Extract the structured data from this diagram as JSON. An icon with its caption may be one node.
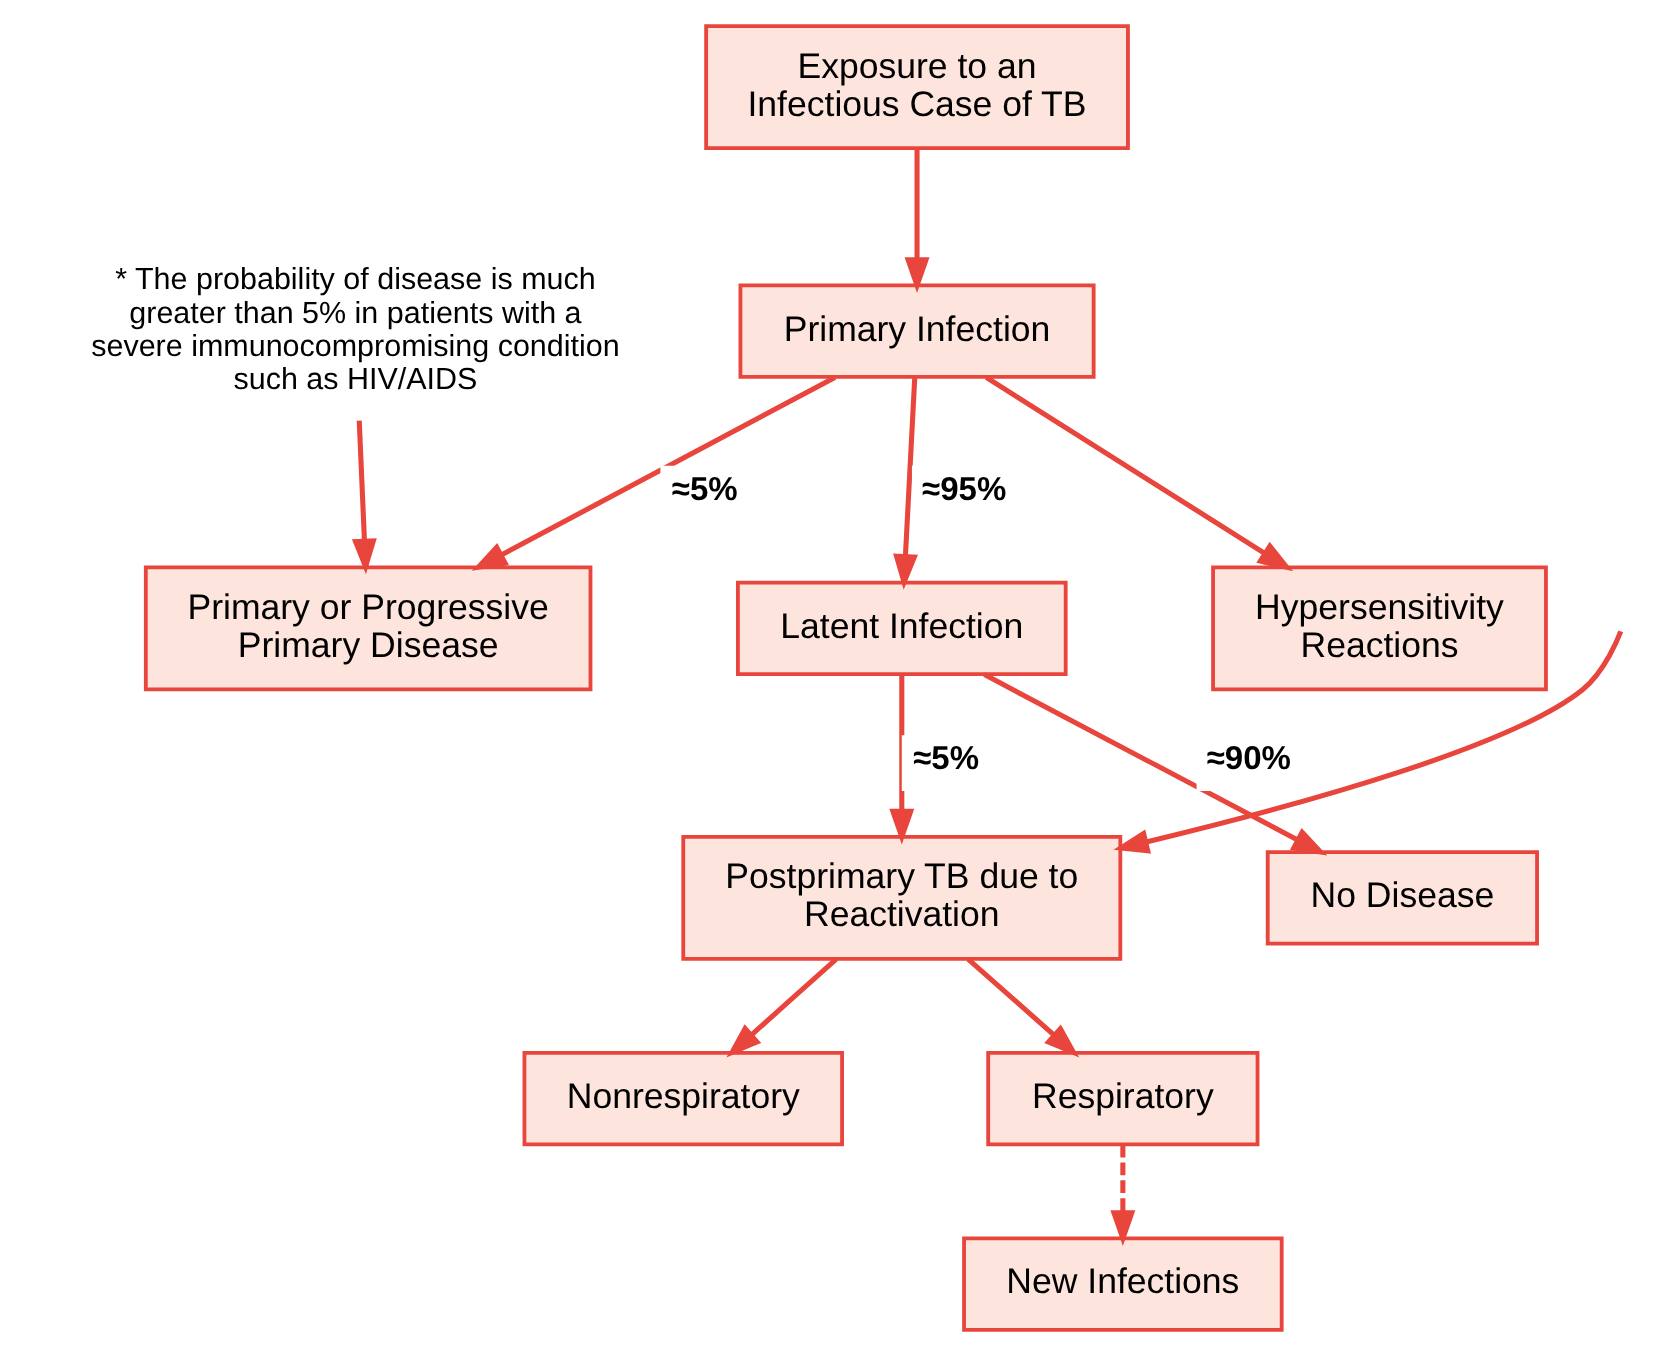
{
  "diagram": {
    "nodes": [
      {
        "text": [
          "Exposure to an Infectious Case of TB"
        ]
      },
      {
        "text": [
          "Primary Infection"
        ]
      },
      {
        "text": [
          "Primary or Progressive Primary Disease"
        ]
      },
      {
        "text": [
          "Latent Infection"
        ]
      },
      {
        "text": [
          "Hypersensitivity Reactions"
        ]
      },
      {
        "text": [
          "* The probability of disease is much greater than 5% in patients with a severe immunocompromising condition such as HIV/AIDS"
        ]
      },
      {
        "text": [
          "Postprimary TB due to Reactivation"
        ]
      },
      {
        "text": [
          "No Disease"
        ]
      },
      {
        "text": [
          "Nonrespiratory"
        ]
      },
      {
        "text": [
          "Respiratory"
        ]
      },
      {
        "text": [
          "New Infections"
        ]
      }
    ],
    "edges": [
      {
        "from": 0,
        "to": 1,
        "arrow": "to"
      },
      {
        "from": 1,
        "to": 2,
        "arrow": "to",
        "label": "≈5%"
      },
      {
        "from": 1,
        "to": 3,
        "arrow": "to",
        "label": "≈95%"
      },
      {
        "from": 1,
        "to": 4,
        "arrow": "to"
      },
      {
        "from": 5,
        "to": 2,
        "arrow": "to"
      },
      {
        "from": 3,
        "to": 6,
        "arrow": "to",
        "label": "≈5%"
      },
      {
        "from": 3,
        "to": 7,
        "arrow": "to",
        "label": "≈90%"
      },
      {
        "from": null,
        "to": 6,
        "arrow": "to"
      },
      {
        "from": 6,
        "to": 8,
        "arrow": "to"
      },
      {
        "from": 6,
        "to": 9,
        "arrow": "to"
      },
      {
        "from": 9,
        "to": 10,
        "arrow": "to",
        "style": "dashed"
      }
    ]
  }
}
